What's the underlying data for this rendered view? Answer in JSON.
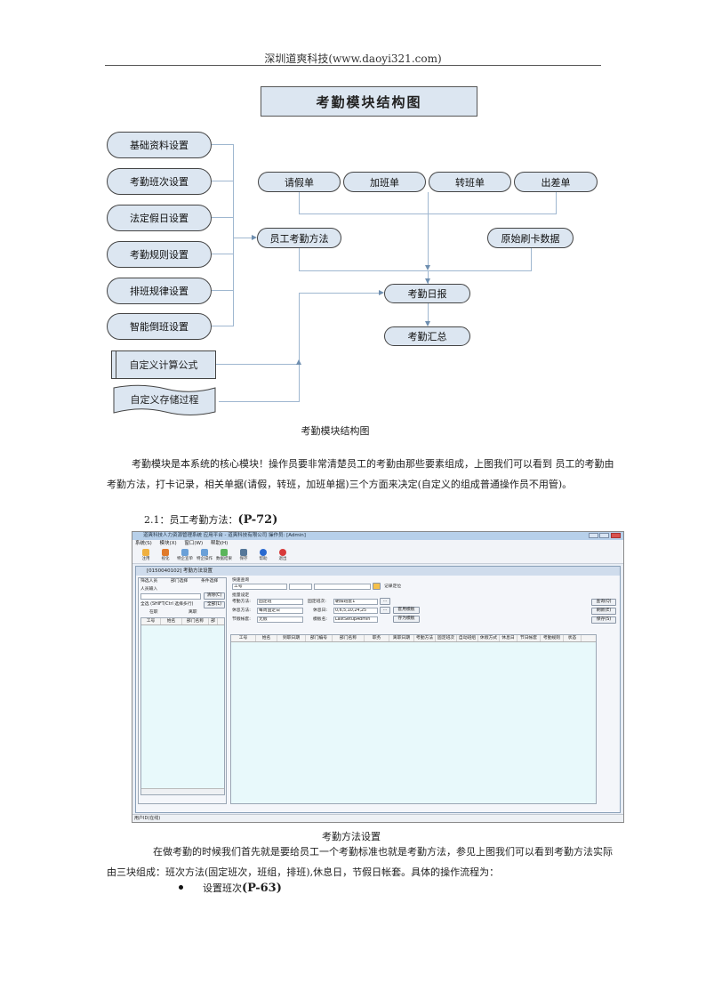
{
  "header": {
    "text": "深圳道爽科技(www.daoyi321.com)"
  },
  "diagram": {
    "title": "考勤模块结构图",
    "left_items": [
      "基础资料设置",
      "考勤班次设置",
      "法定假日设置",
      "考勤规则设置",
      "排班规律设置",
      "智能倒班设置"
    ],
    "custom_formula": "自定义计算公式",
    "custom_procedure": "自定义存储过程",
    "top_forms": [
      "请假单",
      "加班单",
      "转班单",
      "出差单"
    ],
    "employee_method": "员工考勤方法",
    "raw_swipe": "原始刷卡数据",
    "daily_report": "考勤日报",
    "summary": "考勤汇总",
    "caption": "考勤模块结构图"
  },
  "para1": {
    "line1": "考勤模块是本系统的核心模块！操作员要非常清楚员工的考勤由那些要素组成，上图我们可以看到  员工的考勤由",
    "line2": "考勤方法，打卡记录，相关单据(请假，转班，加班单据)三个方面来决定(自定义的组成普通操作员不用管)。"
  },
  "section": {
    "label": "2.1：员工考勤方法：",
    "page_ref": "(P-72)"
  },
  "screenshot": {
    "window_title": "道爽科技人力资源管理系统 应用平台 - 道爽科技有限公司  操作员: [Admin]",
    "menu": [
      "系统(S)",
      "模块(X)",
      "窗口(W)",
      "帮助(H)"
    ],
    "toolbar": [
      "注用",
      "视化",
      "特企宣单",
      "特企操作",
      "数据结果",
      "保存",
      "帮助",
      "退出"
    ],
    "child_title": "[0150040102] 考勤方法设置",
    "left_tabs": [
      "筛选人员",
      "部门选择",
      "条件选择"
    ],
    "person_input_label": "人员输入",
    "clear_btn": "清除(C)",
    "select_all": "全选 (SHIFT/Ctrl 选择多行)",
    "all_btn": "全部(L)",
    "radio_in": "在职",
    "radio_out": "离职",
    "left_cols": [
      "工号",
      "姓名",
      "部门名称",
      "部"
    ],
    "fast_query": "快速查询",
    "query_field": "工号",
    "record_position": "记录定位",
    "batch_settings": "批量设定",
    "method_label": "考勤方法:",
    "method_value": "固定班",
    "shift_label": "固定班次:",
    "shift_value": "朝阳班套1",
    "rest_label": "休息方法:",
    "rest_value": "每周固定日",
    "restday_label": "休息日:",
    "restday_value": "0,6,5,10,24,25",
    "holiday_label": "节假帐套:",
    "holiday_value": "无假",
    "template_label": "模板名:",
    "template_value": "LastSetupAdmin",
    "apply_template": "套用模板",
    "save_template": "存为模板",
    "right_buttons": [
      "查询(Q)",
      "刷新(E)",
      "保存(S)"
    ],
    "grid_cols": [
      "工号",
      "姓名",
      "到职日期",
      "部门编号",
      "部门名称",
      "职务",
      "离职日期",
      "考勤方法",
      "固定班次",
      "自动班组",
      "休假方式",
      "休息日",
      "节日帐套",
      "考勤规则",
      "状态"
    ],
    "status": "用户ID(在线)",
    "caption": "考勤方法设置"
  },
  "para2": {
    "line1": "在做考勤的时候我们首先就是要给员工一个考勤标准也就是考勤方法，参见上图我们可以看到考勤方法实际",
    "line2": "由三块组成：班次方法(固定班次，班组，排班),休息日，节假日帐套。具体的操作流程为："
  },
  "bullet": {
    "label": "设置班次",
    "page_ref": "(P-63)"
  },
  "colors": {
    "pill_fill": "#dce6f1",
    "wire": "#9fb7d0",
    "grid_fill": "#e8f9fb"
  }
}
